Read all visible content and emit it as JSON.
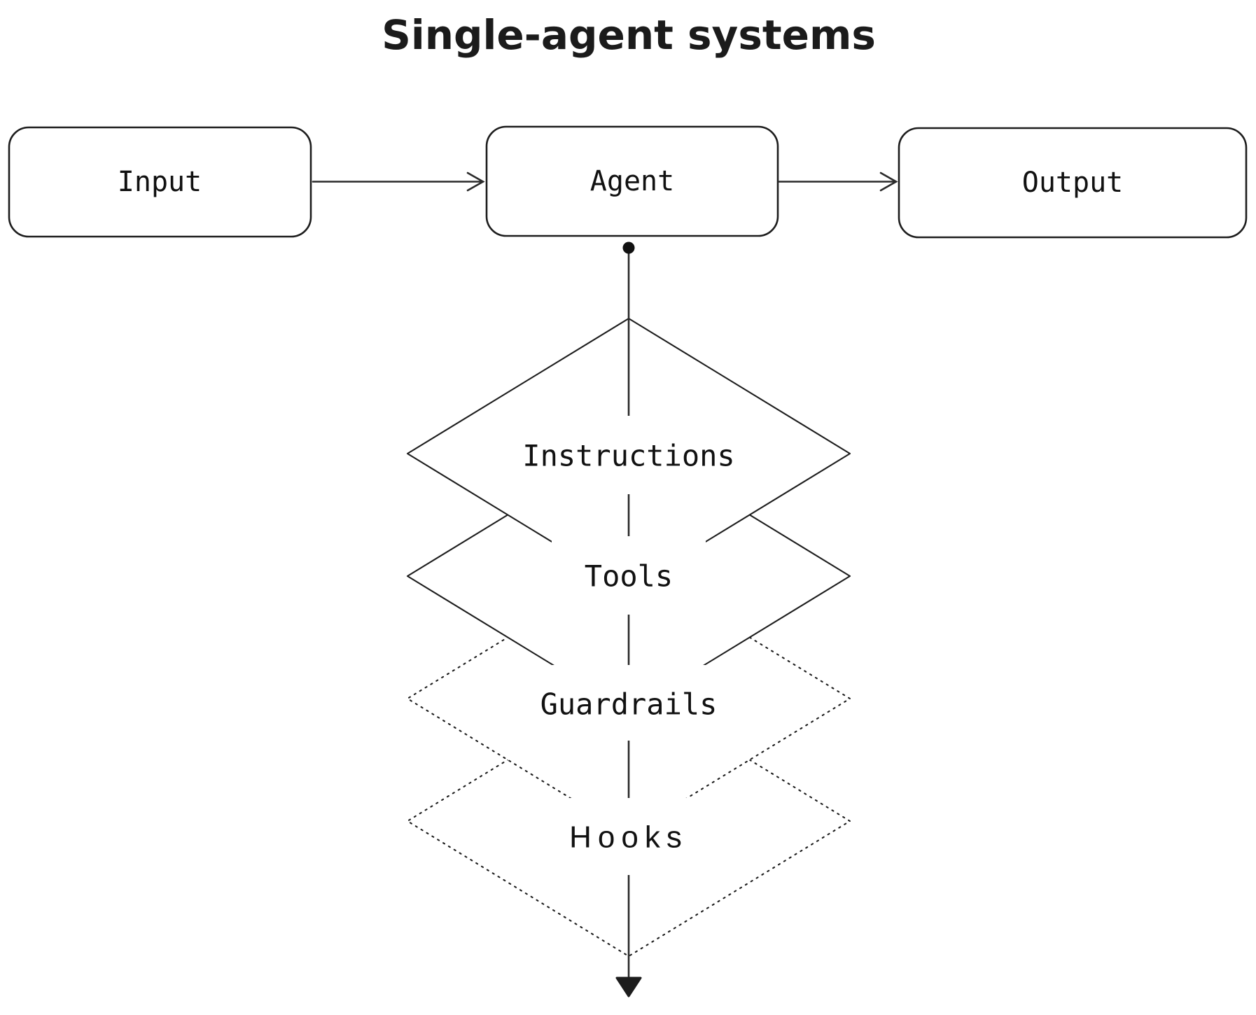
{
  "title": "Single-agent systems",
  "nodes": {
    "input": {
      "label": "Input"
    },
    "agent": {
      "label": "Agent"
    },
    "output": {
      "label": "Output"
    }
  },
  "layers": [
    {
      "label": "Instructions",
      "border": "solid"
    },
    {
      "label": "Tools",
      "border": "solid"
    },
    {
      "label": "Guardrails",
      "border": "dotted"
    },
    {
      "label": "Hooks",
      "border": "dotted"
    }
  ],
  "colors": {
    "stroke": "#1d1d1d",
    "text": "#111111",
    "agent_fill": "#eeeeee",
    "agent_fill_dots": "#d6d6d6",
    "background": "#ffffff"
  }
}
